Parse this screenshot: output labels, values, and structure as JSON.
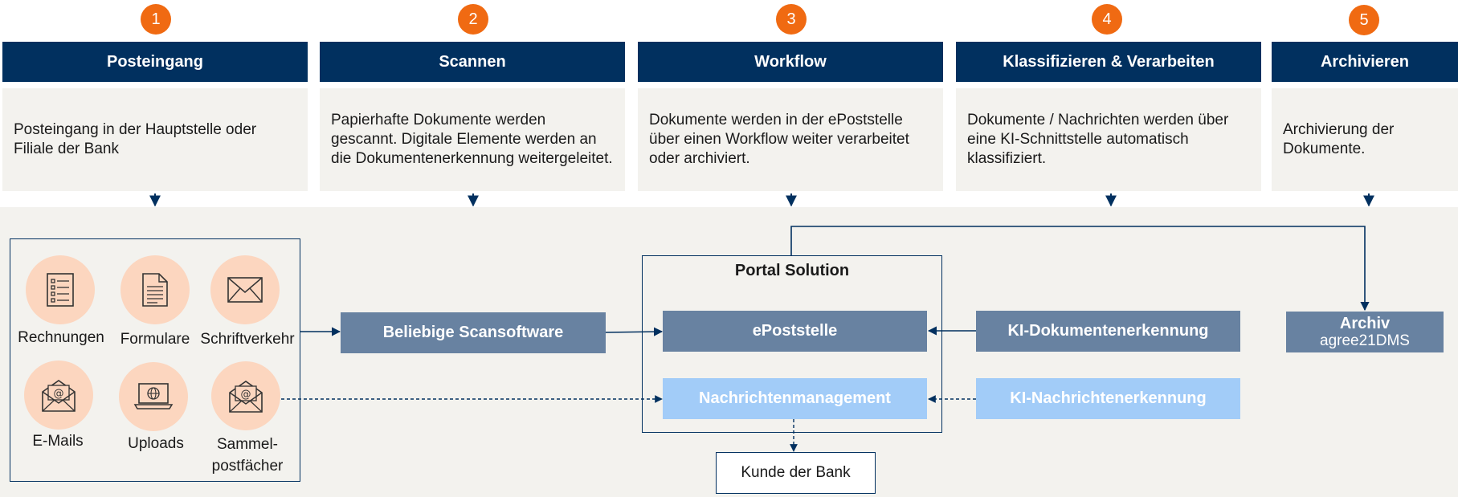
{
  "steps": [
    {
      "num": "1",
      "title": "Posteingang",
      "desc": "Posteingang in der Hauptstelle oder Filiale der Bank"
    },
    {
      "num": "2",
      "title": "Scannen",
      "desc": "Papierhafte Dokumente werden gescannt. Digitale Elemente werden an die Dokumentenerkennung weitergeleitet."
    },
    {
      "num": "3",
      "title": "Workflow",
      "desc": "Dokumente werden in der ePoststelle über einen Workflow weiter verarbeitet oder archiviert."
    },
    {
      "num": "4",
      "title": "Klassifizieren & Verarbeiten",
      "desc": "Dokumente / Nachrichten werden über eine KI-Schnittstelle automatisch klassifiziert."
    },
    {
      "num": "5",
      "title": "Archivieren",
      "desc": "Archivierung der Dokumente."
    }
  ],
  "inputs": [
    {
      "label": "Rechnungen",
      "icon": "invoice-list-icon"
    },
    {
      "label": "Formulare",
      "icon": "form-document-icon"
    },
    {
      "label": "Schriftverkehr",
      "icon": "envelope-icon"
    },
    {
      "label": "E-Mails",
      "icon": "email-at-envelope-icon"
    },
    {
      "label": "Uploads",
      "icon": "laptop-globe-icon"
    },
    {
      "label": "Sammel-\npostfächer",
      "icon": "email-at-envelope-icon"
    }
  ],
  "boxes": {
    "scansoftware": "Beliebige Scansoftware",
    "portal_title": "Portal Solution",
    "epoststelle": "ePoststelle",
    "nachrichtenmanagement": "Nachrichtenmanagement",
    "ki_dokument": "KI-Dokumentenerkennung",
    "ki_nachricht": "KI-Nachrichtenerkennung",
    "archiv_title": "Archiv",
    "archiv_sub": "agree21DMS",
    "kunde": "Kunde der Bank"
  },
  "colors": {
    "accent_orange": "#f06a12",
    "header_navy": "#01305f",
    "box_dark": "#6882a1",
    "box_light": "#a2ccf8",
    "icon_bg": "#fcd6bf",
    "panel_bg": "#f3f2ee"
  }
}
